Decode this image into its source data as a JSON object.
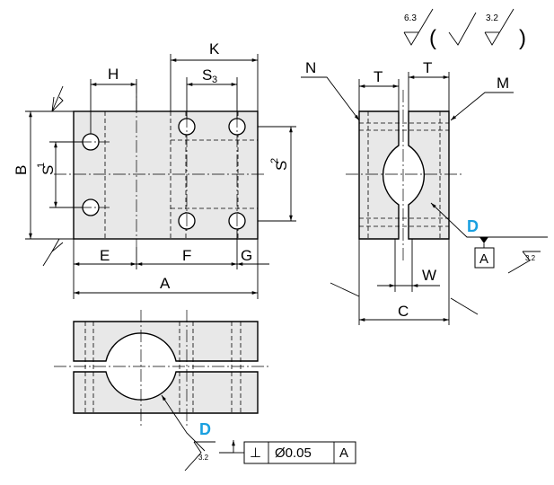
{
  "dimensions": {
    "H": "H",
    "K": "K",
    "S3_base": "S",
    "S3_sub": "3",
    "B": "B",
    "S1_base": "S",
    "S1_sub": "1",
    "S2_base": "S",
    "S2_sub": "2",
    "E": "E",
    "F": "F",
    "G": "G",
    "A": "A",
    "N": "N",
    "T_left": "T",
    "T_right": "T",
    "M": "M",
    "W": "W",
    "C": "C"
  },
  "surface_finish": {
    "header_rough": "6.3",
    "header_fine": "3.2",
    "side_view": "3.2",
    "bottom_view": "3.2",
    "paren_open": "(",
    "paren_close": ")"
  },
  "datum": {
    "side_label": "D",
    "side_ref": "A",
    "bottom_label": "D"
  },
  "tolerance_frame": {
    "symbol": "⊥",
    "value": "Ø0.05",
    "datum": "A"
  },
  "colors": {
    "datum_label": "#1aa0e0",
    "part_fill": "#e8e8e8"
  }
}
